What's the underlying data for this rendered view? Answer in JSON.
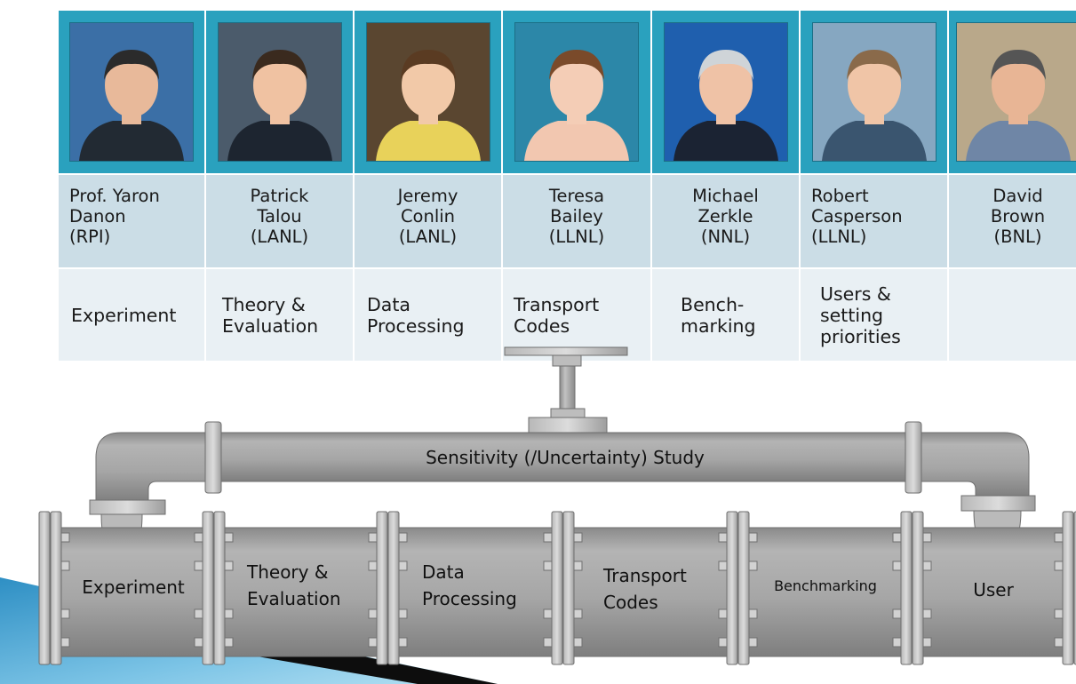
{
  "people": [
    {
      "name_lines": [
        "Prof. Yaron",
        "Danon",
        "(RPI)"
      ],
      "role_lines": [
        "Experiment"
      ],
      "align": "left"
    },
    {
      "name_lines": [
        "Patrick",
        "Talou",
        "(LANL)"
      ],
      "role_lines": [
        "Theory &",
        "Evaluation"
      ],
      "align": "center"
    },
    {
      "name_lines": [
        "Jeremy",
        "Conlin",
        "(LANL)"
      ],
      "role_lines": [
        "Data",
        "Processing"
      ],
      "align": "center"
    },
    {
      "name_lines": [
        "Teresa",
        "Bailey",
        "(LLNL)"
      ],
      "role_lines": [
        "Transport",
        "Codes"
      ],
      "align": "center"
    },
    {
      "name_lines": [
        "Michael",
        "Zerkle",
        "(NNL)"
      ],
      "role_lines": [
        "Bench-",
        "marking"
      ],
      "align": "center"
    },
    {
      "name_lines": [
        "Robert",
        "Casperson",
        "(LLNL)"
      ],
      "role_lines": [
        "Users &",
        "setting",
        "priorities"
      ],
      "align": "left"
    },
    {
      "name_lines": [
        "David",
        "Brown",
        "(BNL)"
      ],
      "role_lines": [],
      "align": "center"
    }
  ],
  "pipeline": {
    "top_label": "Sensitivity (/Uncertainty) Study",
    "stages": [
      {
        "lines": [
          "Experiment"
        ]
      },
      {
        "lines": [
          "Theory &",
          "Evaluation"
        ]
      },
      {
        "lines": [
          "Data",
          "Processing"
        ]
      },
      {
        "lines": [
          "Transport",
          "Codes"
        ]
      },
      {
        "lines": [
          "Benchmarking"
        ]
      },
      {
        "lines": [
          "User"
        ]
      }
    ]
  },
  "colors": {
    "photo_bg": "#2aa1be",
    "name_bg": "#cbdde6",
    "role_bg": "#e9f0f4",
    "pipe": "#a9a9a9",
    "accent_corner": "#1f7fb0"
  },
  "icons": [
    "person-photo"
  ]
}
